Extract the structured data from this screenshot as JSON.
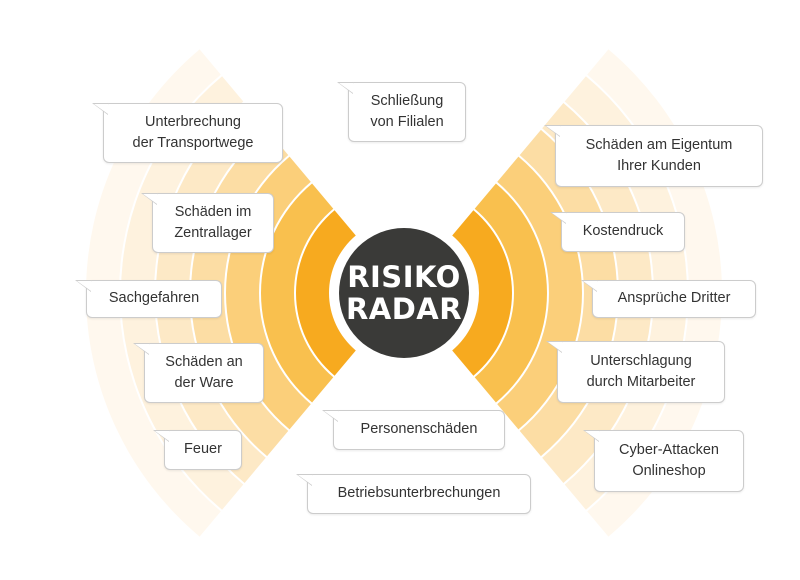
{
  "center": {
    "line1": "RISIKO",
    "line2": "RADAR"
  },
  "colors": {
    "ring_inner": "#f7aa1f",
    "ring_2": "#f9c04e",
    "ring_3": "#fbcf7a",
    "ring_4": "#fcdda4",
    "ring_5": "#fde9c6",
    "ring_6": "#fef2de",
    "ring_7": "#fff8ee",
    "center_disc": "#3a3a38",
    "bubble_border": "#cccccc",
    "text": "#333333"
  },
  "labels": {
    "unterbrechung": "Unterbrechung\nder Transportwege",
    "schliessung": "Schließung\nvon Filialen",
    "zentrallager": "Schäden im\nZentrallager",
    "sachgefahren": "Sachgefahren",
    "ware": "Schäden an\nder Ware",
    "feuer": "Feuer",
    "personen": "Personenschäden",
    "betrieb": "Betriebsunterbrechungen",
    "eigentum": "Schäden am Eigentum\nIhrer Kunden",
    "kostendruck": "Kostendruck",
    "ansprueche": "Ansprüche Dritter",
    "unterschlagung": "Unterschlagung\ndurch Mitarbeiter",
    "cyber": "Cyber-Attacken\nOnlineshop"
  }
}
